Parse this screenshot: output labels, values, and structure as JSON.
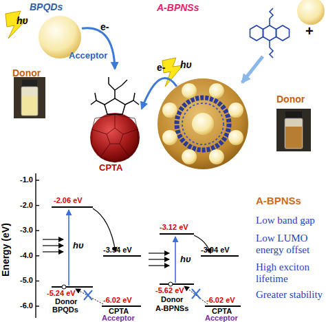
{
  "diagram": {
    "nodes": [
      {
        "text": [
          "BPQDs",
          "Donor"
        ]
      },
      {
        "text": [
          "Acceptor",
          "CPTA"
        ]
      },
      {
        "text": [
          "A-BPNSs",
          "Donor"
        ]
      }
    ],
    "edges": [
      {
        "from": 0,
        "to": 1,
        "arrow": "to",
        "label": "e-"
      },
      {
        "from": 2,
        "to": 1,
        "arrow": "to",
        "label": "e-"
      }
    ],
    "labels": [
      "hυ",
      "hυ",
      "+",
      "-1.0",
      "-2.0",
      "-3.0",
      "-4.0",
      "-5.0",
      "-6.0",
      "Energy (eV)",
      "-2.06 eV",
      "-3.94 eV",
      "hυ",
      "-5.24 eV",
      "Donor",
      "BPQDs",
      "-6.02 eV",
      "CPTA",
      "Acceptor",
      "-3.12 eV",
      "-3.94 eV",
      "hυ",
      "-5.62 eV",
      "Donor",
      "A-BPNSs",
      "-6.02 eV",
      "CPTA",
      "Acceptor",
      "A-BPNSs",
      "Low band gap",
      "Low LUMO energy offset",
      "High exciton lifetime",
      "Greater stability"
    ]
  }
}
